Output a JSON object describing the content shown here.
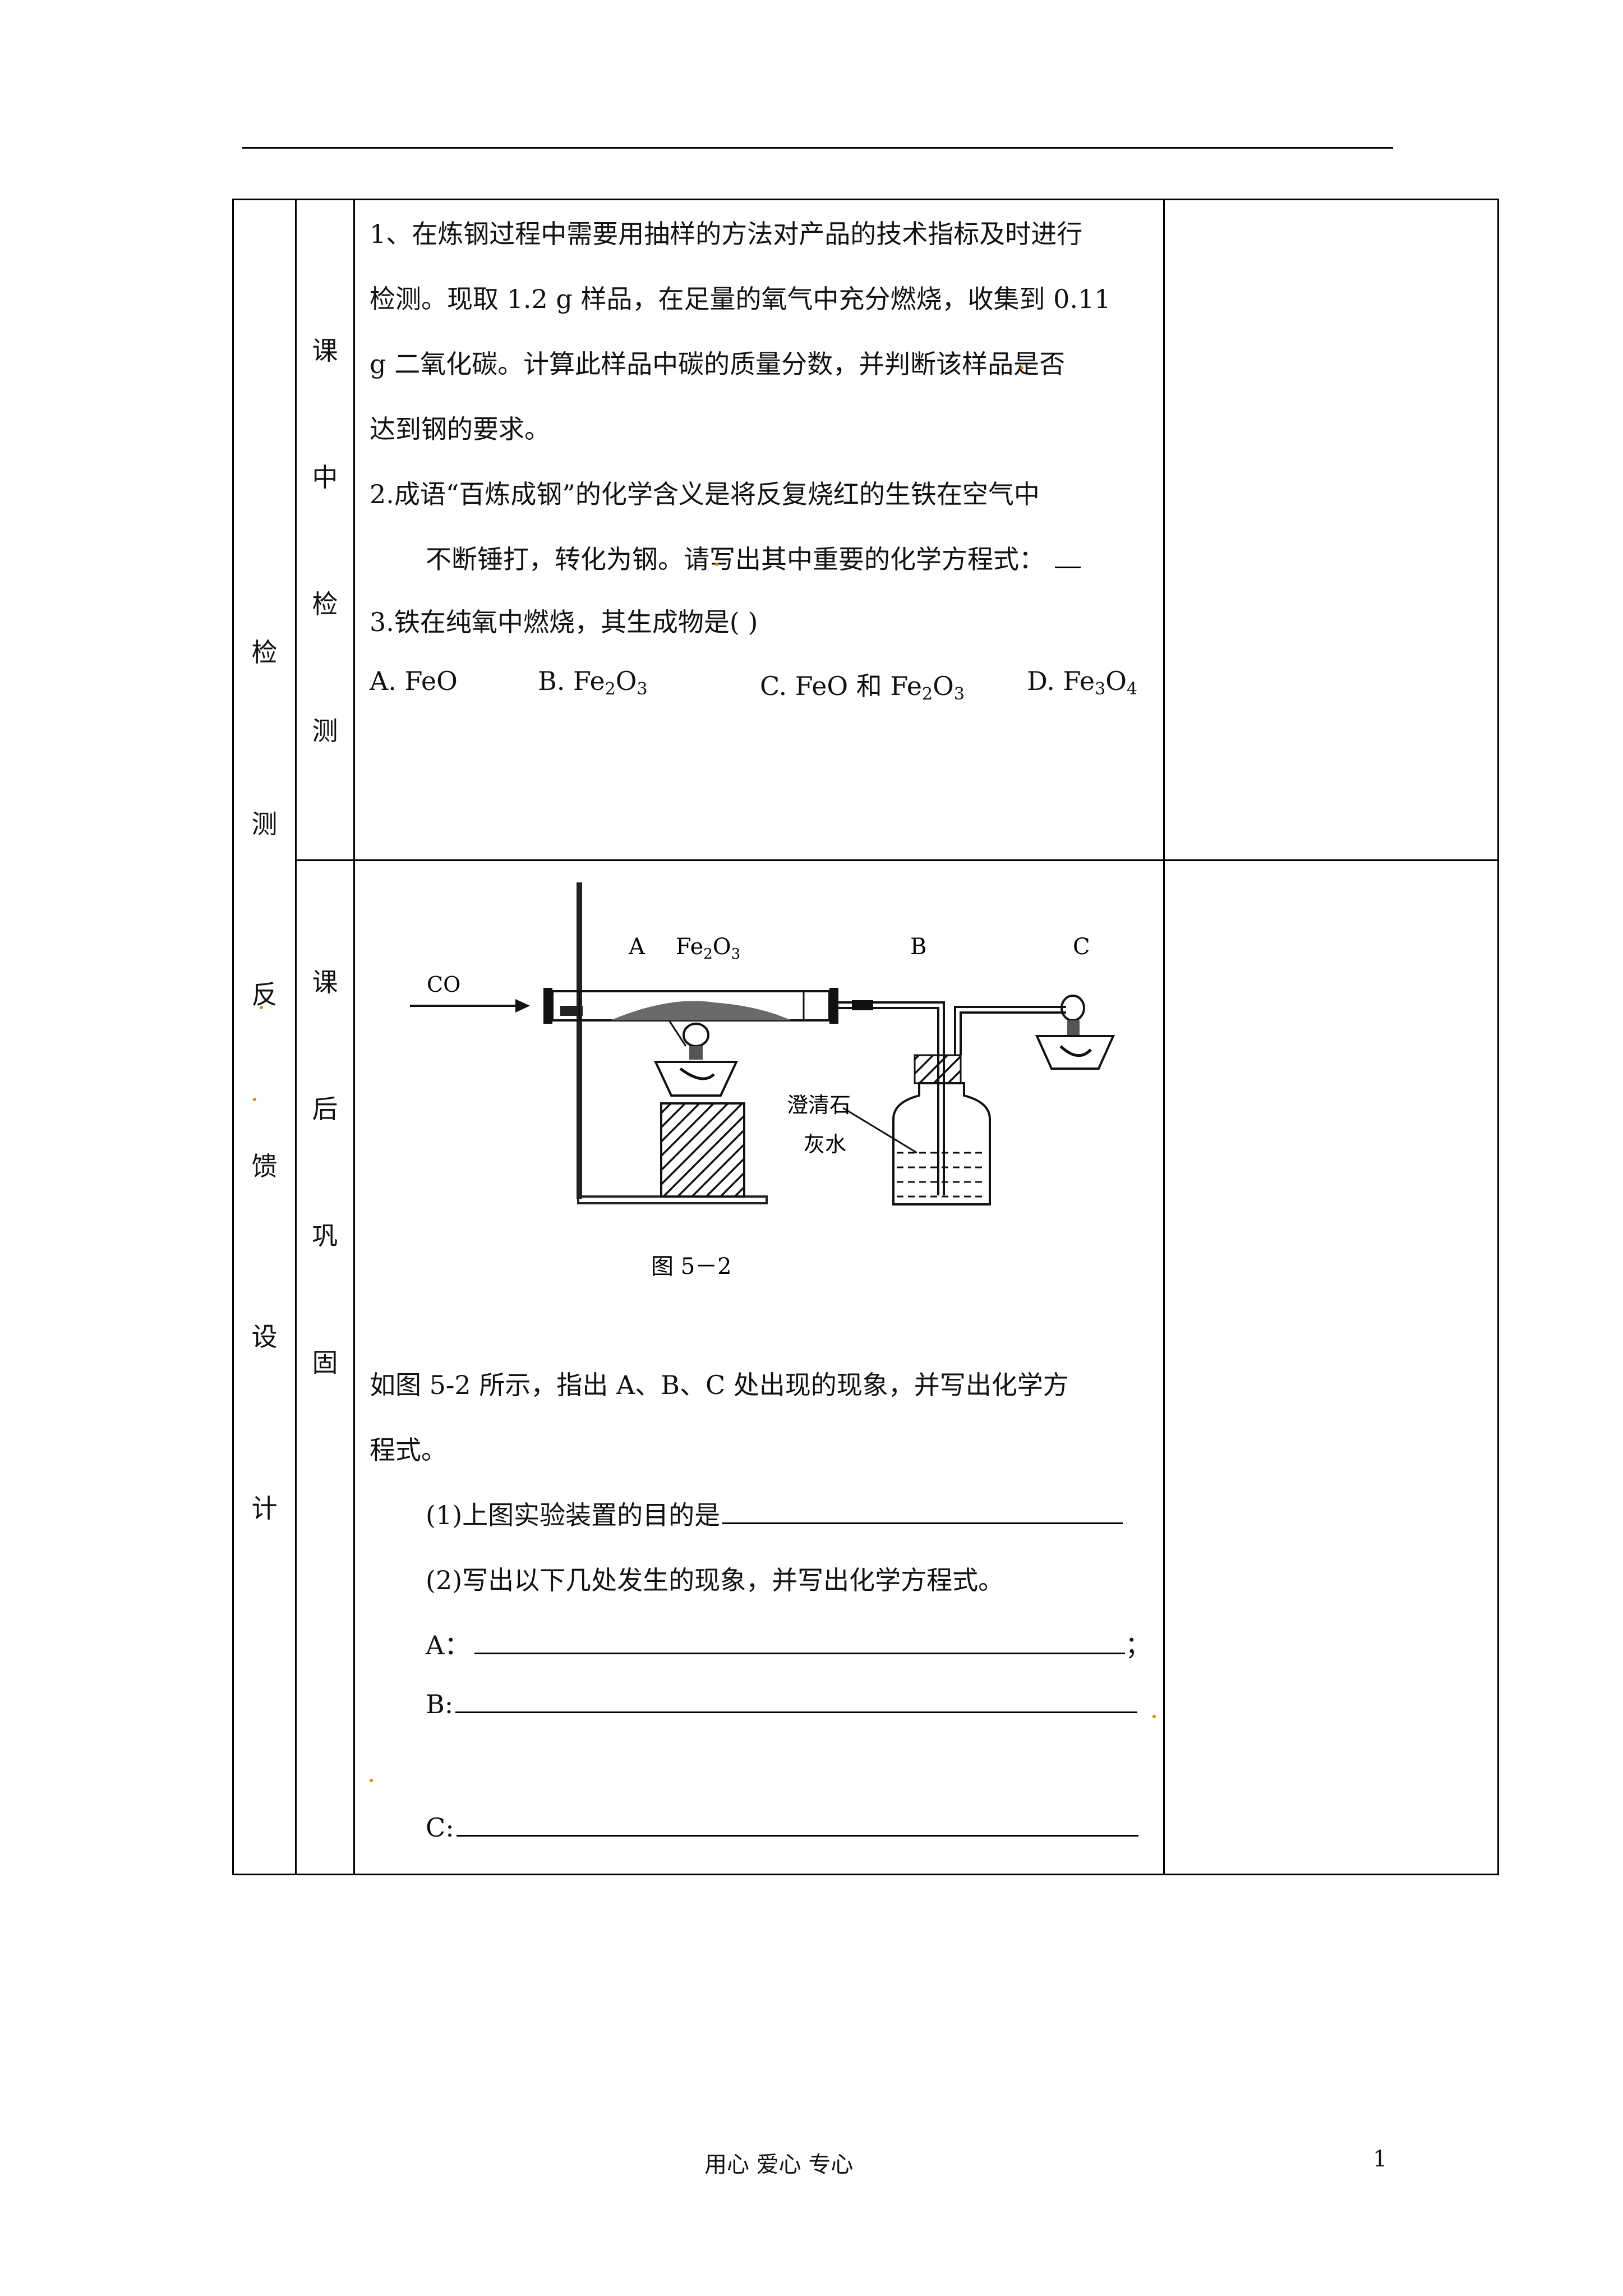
{
  "outer_label": [
    "检",
    "测",
    "反",
    "馈",
    "设",
    "计"
  ],
  "section1": {
    "label": [
      "课",
      "中",
      "检",
      "测"
    ],
    "q1_lines": [
      "1、在炼钢过程中需要用抽样的方法对产品的技术指标及时进行",
      "检测。现取 1.2 g 样品，在足量的氧气中充分燃烧，收集到 0.11",
      "g 二氧化碳。计算此样品中碳的质量分数，并判断该样品是否",
      "达到钢的要求。"
    ],
    "q2_lines": [
      "2.成语“百炼成钢”的化学含义是将反复烧红的生铁在空气中",
      "不断锤打，转化为钢。请写出其中重要的化学方程式："
    ],
    "q3_stem": "3.铁在纯氧中燃烧，其生成物是(    )",
    "q3_options": {
      "A": "A. FeO",
      "B_prefix": "B. Fe",
      "B_sub1": "2",
      "B_mid": "O",
      "B_sub2": "3",
      "C_prefix": "C. FeO 和 Fe",
      "C_sub1": "2",
      "C_mid": "O",
      "C_sub2": "3",
      "D_prefix": "D. Fe",
      "D_sub1": "3",
      "D_mid": "O",
      "D_sub2": "4"
    }
  },
  "section2": {
    "label": [
      "课",
      "后",
      "巩",
      "固"
    ],
    "figure": {
      "co": "CO",
      "label_a": "A",
      "fe_prefix": "Fe",
      "fe_sub1": "2",
      "fe_mid": "O",
      "fe_sub2": "3",
      "label_b": "B",
      "label_c": "C",
      "limewater_1": "澄清石",
      "limewater_2": "灰水",
      "caption": "图 5－2"
    },
    "intro_lines": [
      "如图 5-2 所示，指出 A、B、C 处出现的现象，并写出化学方",
      "程式。"
    ],
    "q1": "(1)上图实验装置的目的是",
    "q2": "(2)写出以下几处发生的现象，并写出化学方程式。",
    "a_label": "A：",
    "a_end": "；",
    "b_label": "B:",
    "c_label": "C:"
  },
  "footer": {
    "center": "用心  爱心  专心",
    "page_number": "1"
  }
}
